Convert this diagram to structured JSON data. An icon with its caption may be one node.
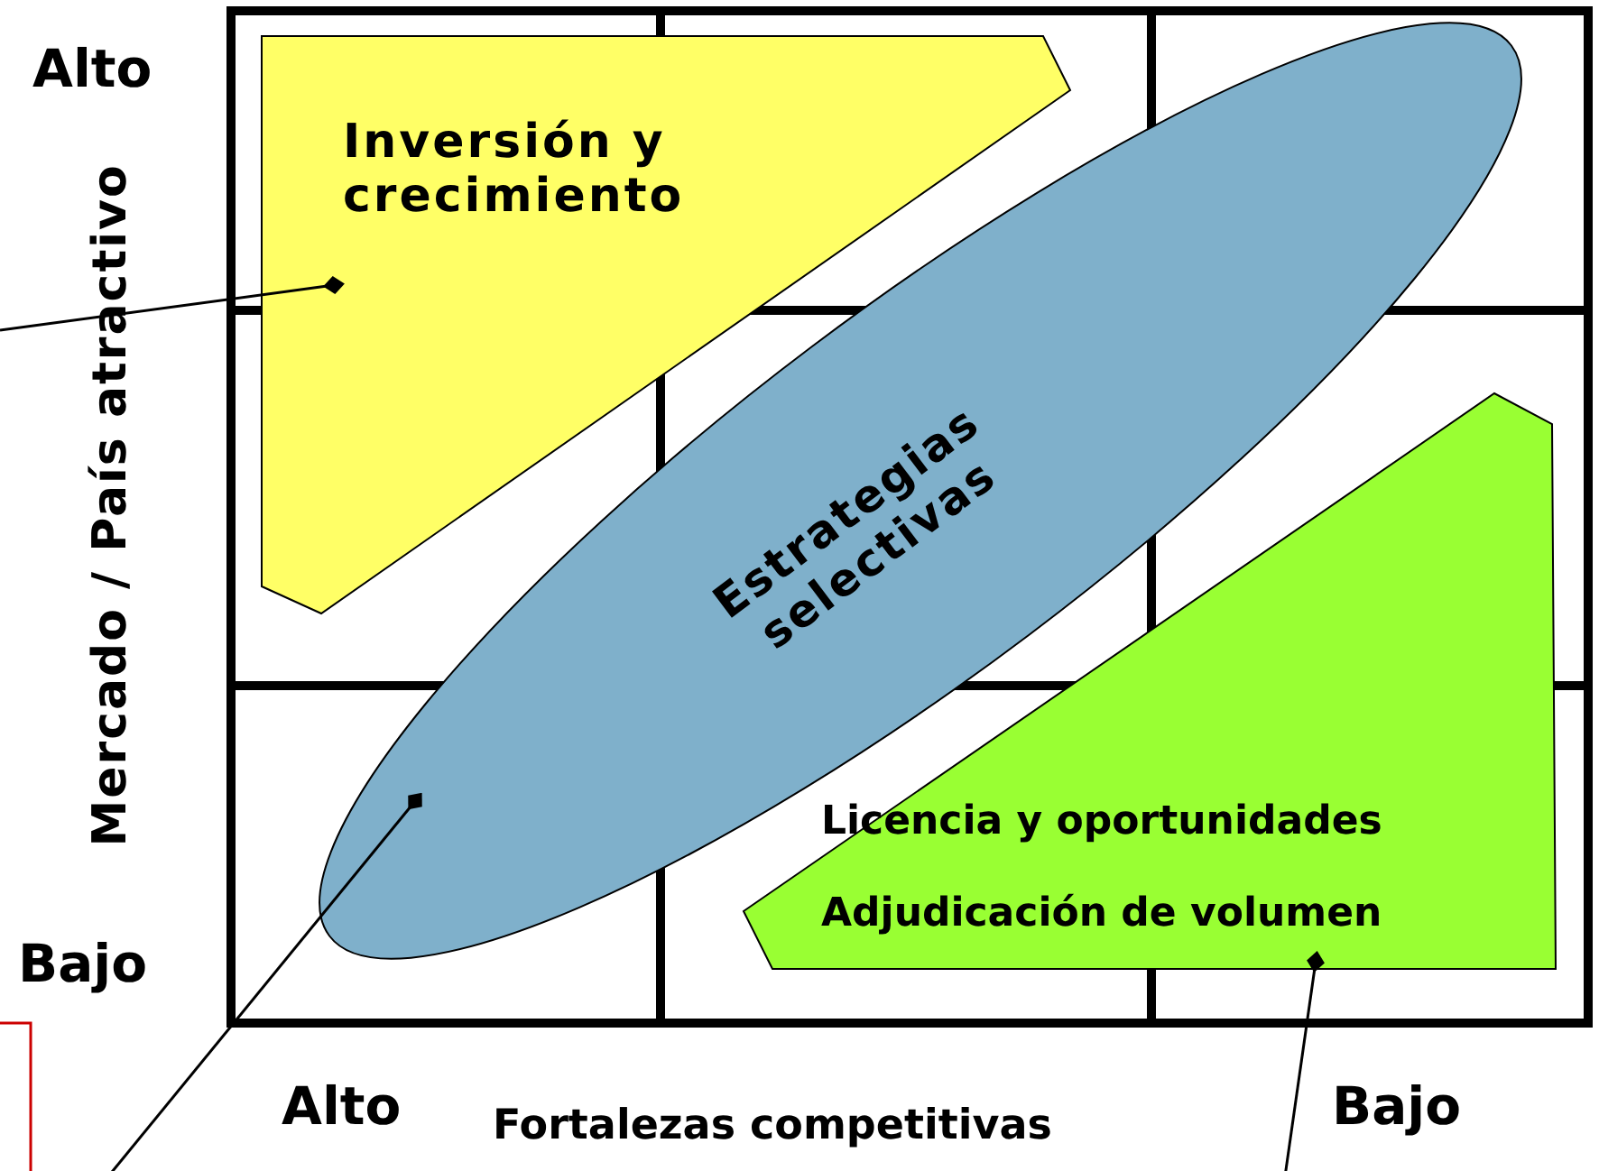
{
  "diagram": {
    "nodes": [
      {
        "text": [
          "Inversión y crecimiento"
        ]
      },
      {
        "text": [
          "Estrategias selectivas"
        ]
      },
      {
        "text": [
          "Licencia y oportunidades",
          "Adjudicación de volumen"
        ]
      }
    ],
    "edges": [
      {
        "from": null,
        "to": 0,
        "arrow": "other"
      },
      {
        "from": null,
        "to": 1,
        "arrow": "other"
      },
      {
        "from": null,
        "to": 2,
        "arrow": "other"
      }
    ],
    "labels": [
      "Alto",
      "Mercado / País atractivo",
      "Bajo",
      "Alto",
      "Fortalezas competitivas",
      "Bajo"
    ]
  }
}
